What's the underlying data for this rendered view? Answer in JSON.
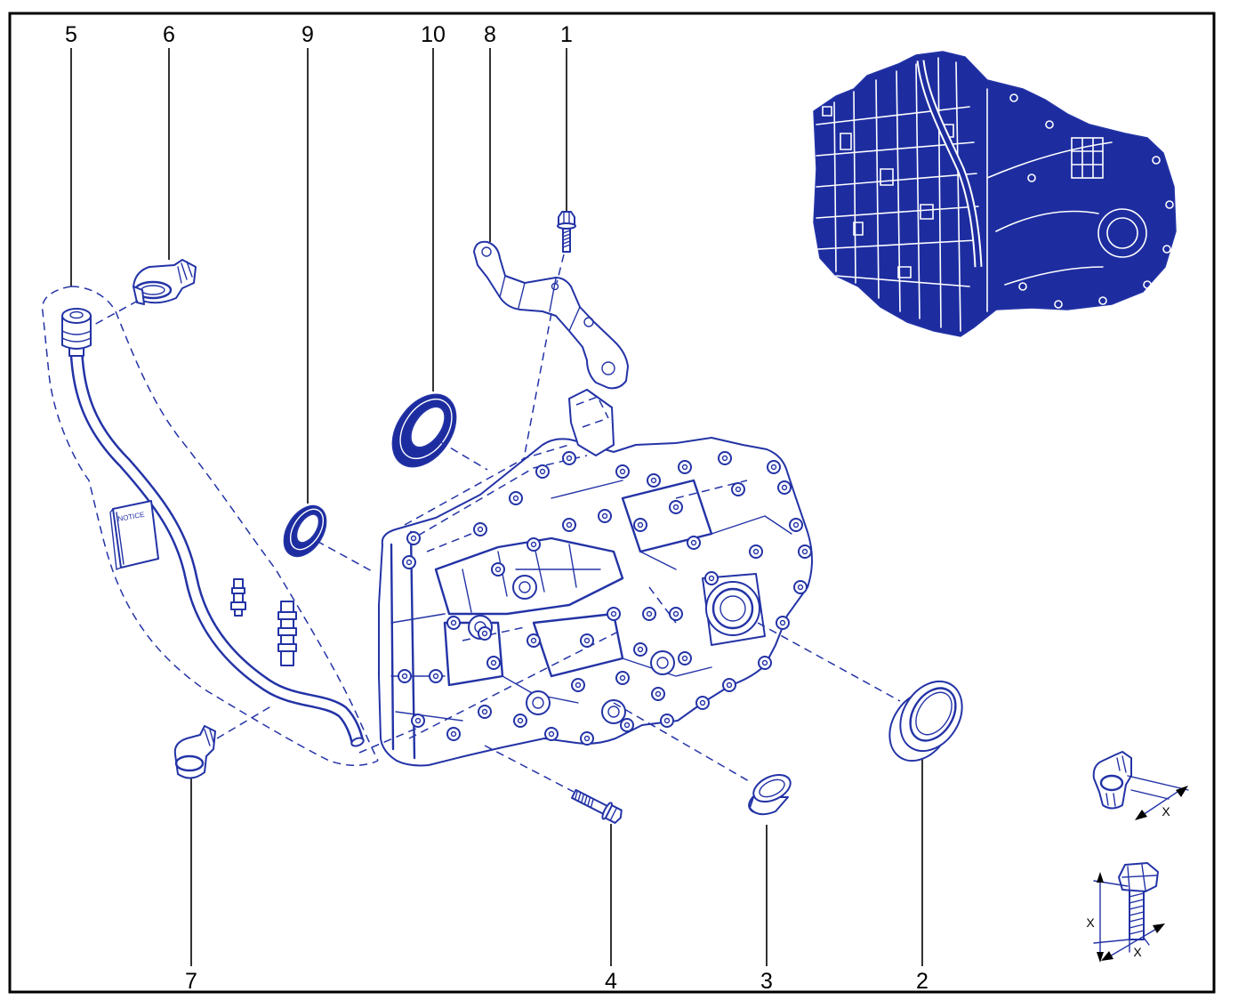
{
  "callouts": {
    "top": [
      "5",
      "6",
      "9",
      "10",
      "8",
      "1"
    ],
    "bottom": [
      "7",
      "4",
      "3",
      "2"
    ]
  },
  "notice_booklet": {
    "label": "NOTICE"
  },
  "inset_clamp_dimension": {
    "label": "X"
  },
  "inset_bolt_dimension": {
    "vertical_label": "X",
    "horizontal_label": "X"
  },
  "colors": {
    "line": "#2333a6",
    "fill": "#1d2da0",
    "frame": "#000000",
    "leader": "#000000"
  }
}
